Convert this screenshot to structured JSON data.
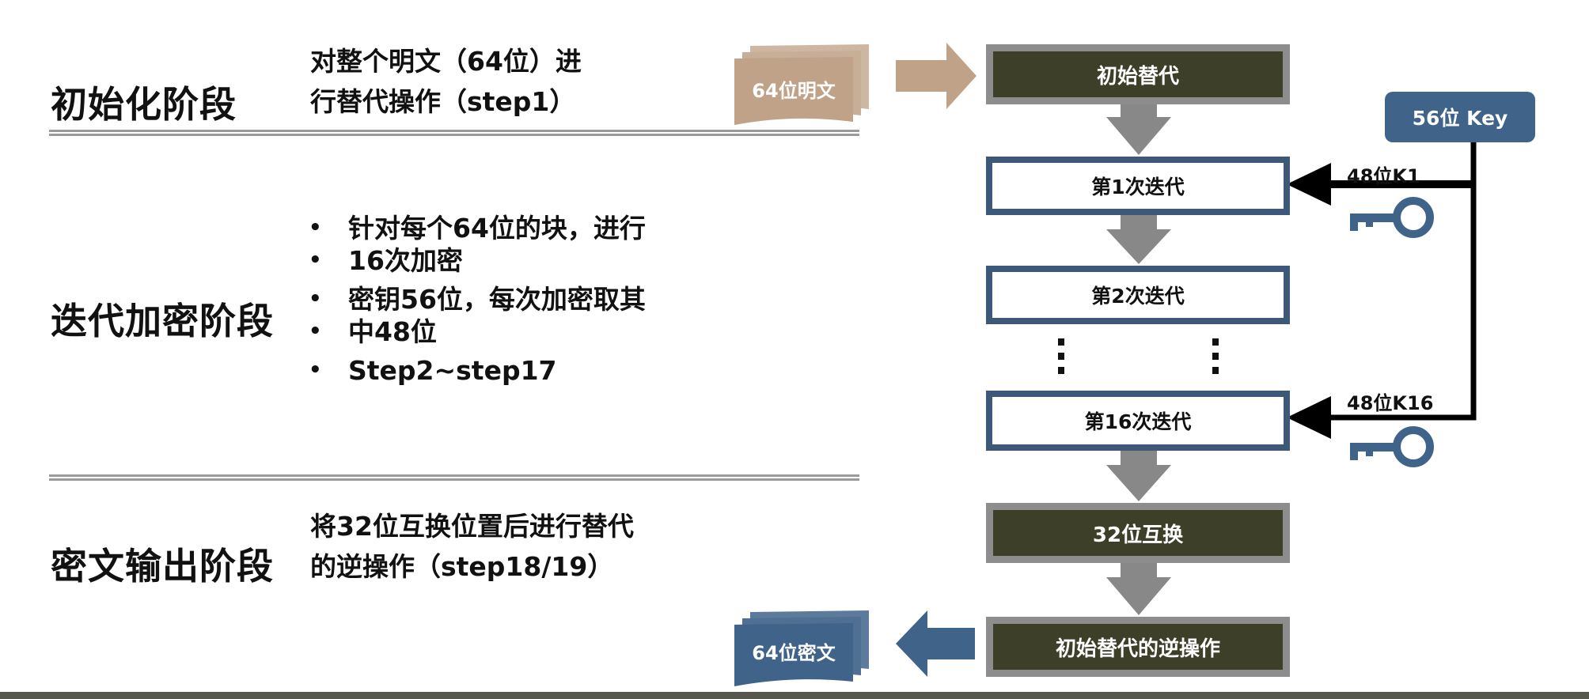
{
  "stages": [
    {
      "title": "初始化阶段",
      "desc_lines": [
        "对整个明文（64位）进",
        "行替代操作（step1）"
      ]
    },
    {
      "title": "迭代加密阶段",
      "bullets": [
        "针对每个64位的块，进行",
        "16次加密",
        "密钥56位，每次加密取其",
        "中48位",
        "Step2~step17"
      ]
    },
    {
      "title": "密文输出阶段",
      "desc_lines": [
        "将32位互换位置后进行替代",
        "的逆操作（step18/19）"
      ]
    }
  ],
  "flow": {
    "plaintext": "64位明文",
    "initial_permutation": "初始替代",
    "round1": "第1次迭代",
    "round2": "第2次迭代",
    "round16": "第16次迭代",
    "swap32": "32位互换",
    "inverse_permutation": "初始替代的逆操作",
    "ciphertext": "64位密文",
    "key": "56位 Key",
    "k1": "48位K1",
    "k16": "48位K16"
  },
  "colors": {
    "dark_box": "#3e3f29",
    "dark_box_border": "#8d8d8d",
    "round_border": "#3d5879",
    "key_blue": "#3f6389",
    "plaintext_tan": "#bfa288",
    "ciphertext_blue": "#3f6389",
    "gray_arrow": "#888888"
  }
}
